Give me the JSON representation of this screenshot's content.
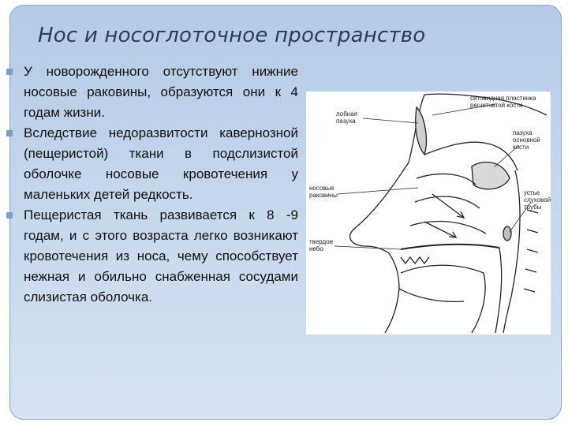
{
  "slide": {
    "title": "Нос и носоглоточное пространство",
    "paragraphs": [
      "У новорожденного отсутствуют нижние носовые раковины, образуются они к 4 годам жизни.",
      "Вследствие недоразвитости кавернозной (пещеристой) ткани в подслизистой оболочке носовые кровотечения у маленьких детей редкость.",
      "Пещеристая ткань развивается к 8 -9 годам, и с этого возраста легко возникают кровотечения из носа, чему способствует нежная и обильно снабженная сосудами слизистая оболочка."
    ]
  },
  "figure": {
    "labels": {
      "lobnaya_1": "лобная",
      "lobnaya_2": "пазуха",
      "sitovidnaya_1": "ситовидная пластинка",
      "sitovidnaya_2": "решетчатой кости",
      "pazukha_1": "пазуха",
      "pazukha_2": "основной",
      "pazukha_3": "кости",
      "nosovye_1": "носовые",
      "nosovye_2": "раковины",
      "ustye_1": "устье",
      "ustye_2": "слуховой",
      "ustye_3": "трубы",
      "tverdoe_1": "твердое",
      "tverdoe_2": "небо"
    }
  },
  "colors": {
    "panel_top": "#b5cae6",
    "panel_bottom": "#d7e3f2",
    "title": "#2b3a5e",
    "bullet": "#7e9cc8"
  }
}
